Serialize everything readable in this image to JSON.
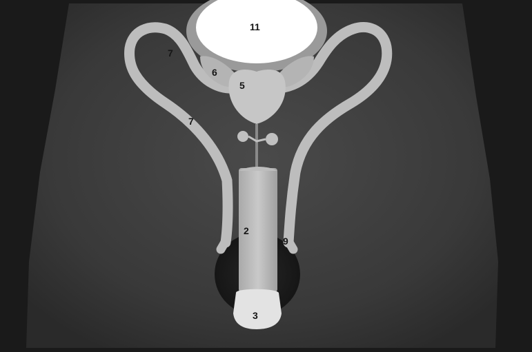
{
  "figure": {
    "labels": {
      "bladder": "11",
      "vas_deferens_upper": "7",
      "vas_deferens_lower": "7",
      "seminal_vesicle": "6",
      "prostate": "5",
      "shaft": "2",
      "glans": "3",
      "spermatic_cord": "9"
    }
  },
  "colors": {
    "background": "#1a1a1a",
    "body": "#3a3a3a",
    "organ": "#c4c4c4",
    "bladder": "#ffffff",
    "scrotum": "#1f1f1f"
  }
}
